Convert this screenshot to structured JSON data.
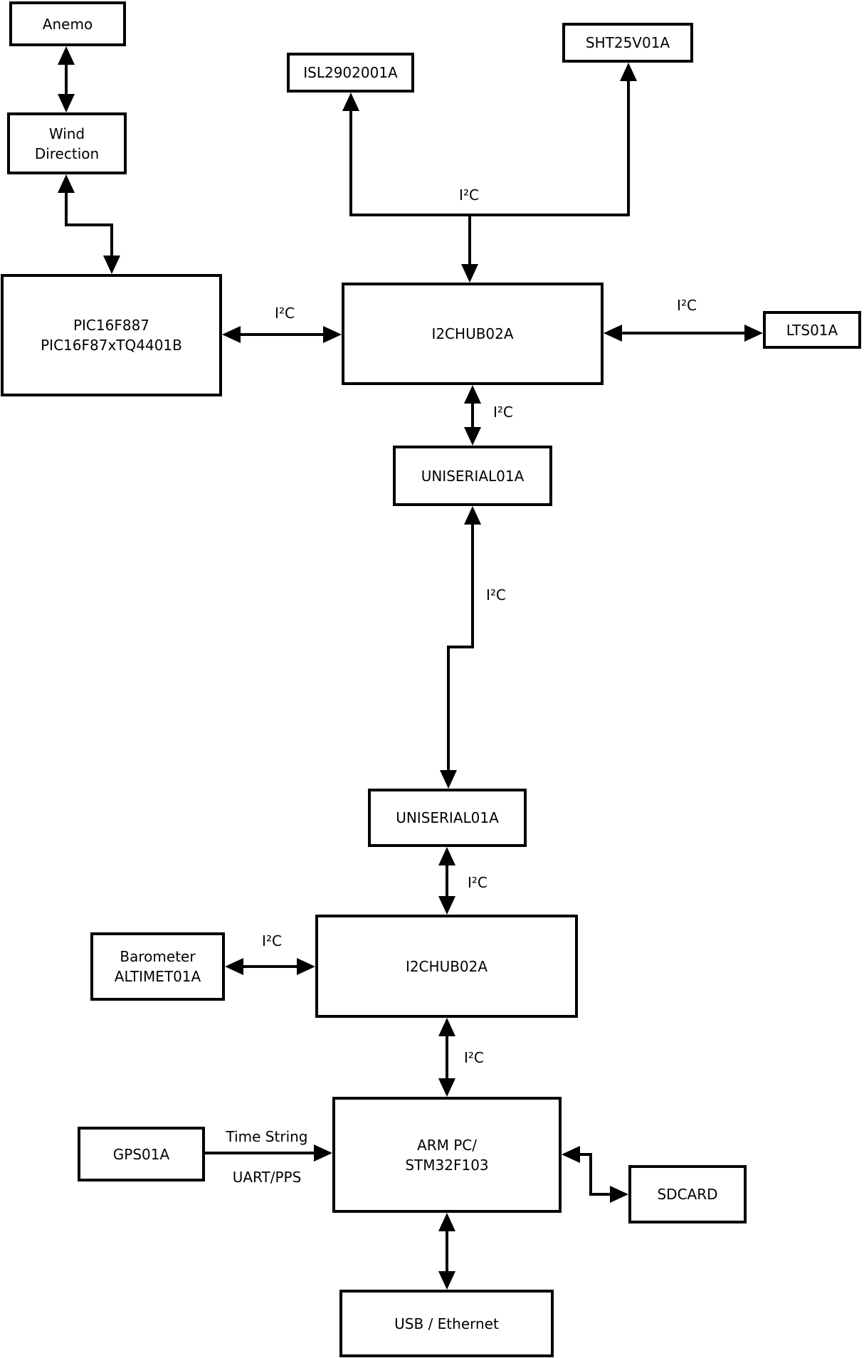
{
  "colors": {
    "line": "#000000",
    "background": "#ffffff",
    "box_fill": "#ffffff"
  },
  "nodes": {
    "anemo": {
      "label": "Anemo"
    },
    "wind_direction": {
      "line1": "Wind",
      "line2": "Direction"
    },
    "pic": {
      "line1": "PIC16F887",
      "line2": "PIC16F87xTQ4401B"
    },
    "isl": {
      "label": "ISL2902001A"
    },
    "sht": {
      "label": "SHT25V01A"
    },
    "i2c_hub_top": {
      "label": "I2CHUB02A"
    },
    "lts": {
      "label": "LTS01A"
    },
    "uniserial_top": {
      "label": "UNISERIAL01A"
    },
    "uniserial_bottom": {
      "label": "UNISERIAL01A"
    },
    "i2c_hub_bottom": {
      "label": "I2CHUB02A"
    },
    "barometer": {
      "line1": "Barometer",
      "line2": "ALTIMET01A"
    },
    "arm": {
      "line1": "ARM PC/",
      "line2": "STM32F103"
    },
    "gps": {
      "label": "GPS01A"
    },
    "sdcard": {
      "label": "SDCARD"
    },
    "usb": {
      "label": "USB / Ethernet"
    }
  },
  "connections": [
    {
      "from": "anemo",
      "to": "wind_direction",
      "label": "",
      "arrows": "both"
    },
    {
      "from": "wind_direction",
      "to": "pic",
      "label": "",
      "arrows": "both"
    },
    {
      "from": "i2c_hub_top",
      "to": [
        "isl",
        "sht"
      ],
      "label": "I²C",
      "arrows": "both"
    },
    {
      "from": "pic",
      "to": "i2c_hub_top",
      "label": "I²C",
      "arrows": "both"
    },
    {
      "from": "i2c_hub_top",
      "to": "lts",
      "label": "I²C",
      "arrows": "both"
    },
    {
      "from": "i2c_hub_top",
      "to": "uniserial_top",
      "label": "I²C",
      "arrows": "both"
    },
    {
      "from": "uniserial_top",
      "to": "uniserial_bottom",
      "label": "I²C",
      "arrows": "both"
    },
    {
      "from": "uniserial_bottom",
      "to": "i2c_hub_bottom",
      "label": "I²C",
      "arrows": "both"
    },
    {
      "from": "barometer",
      "to": "i2c_hub_bottom",
      "label": "I²C",
      "arrows": "both"
    },
    {
      "from": "i2c_hub_bottom",
      "to": "arm",
      "label": "I²C",
      "arrows": "both"
    },
    {
      "from": "gps",
      "to": "arm",
      "label_top": "Time String",
      "label_bottom": "UART/PPS",
      "arrows": "to"
    },
    {
      "from": "arm",
      "to": "sdcard",
      "label": "",
      "arrows": "both"
    },
    {
      "from": "arm",
      "to": "usb",
      "label": "",
      "arrows": "both"
    }
  ]
}
